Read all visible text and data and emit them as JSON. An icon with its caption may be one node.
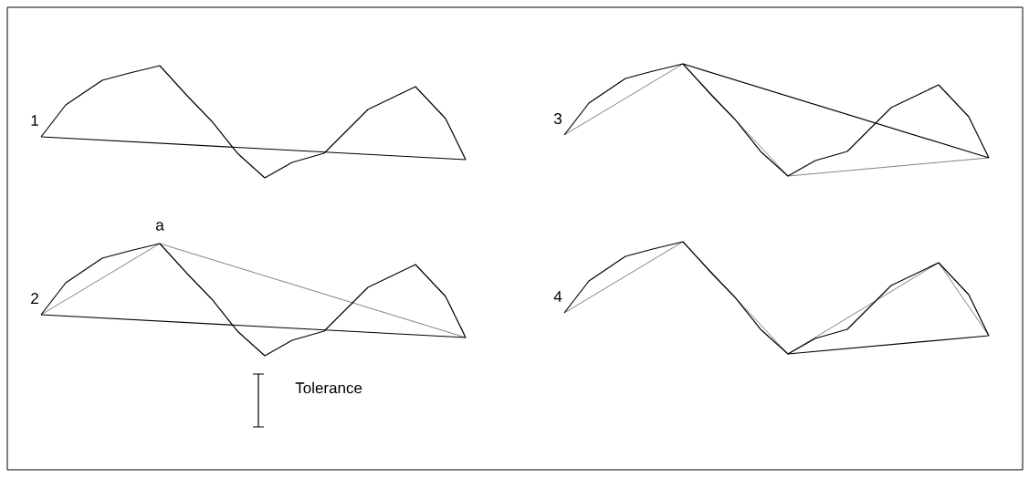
{
  "diagram": {
    "labels": [
      "1",
      "3",
      "a",
      "2",
      "4",
      "Tolerance"
    ]
  }
}
